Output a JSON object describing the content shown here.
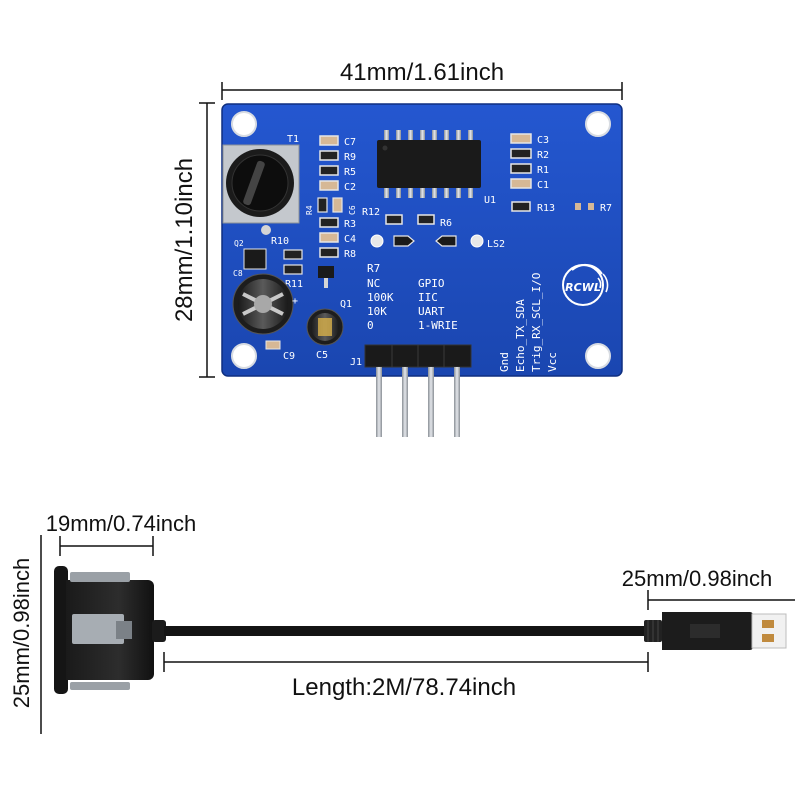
{
  "dimensions": {
    "board_width": "41mm/1.61inch",
    "board_height": "28mm/1.10inch",
    "probe_depth": "19mm/0.74inch",
    "probe_diameter": "25mm/0.98inch",
    "connector_length": "25mm/0.98inch",
    "cable_length": "Length:2M/78.74inch"
  },
  "pcb": {
    "logo": "RCWL",
    "transformer_label": "T1",
    "ic_label": "U1",
    "speaker_label": "LS2",
    "header_label": "J1",
    "components_left": [
      "C7",
      "R9",
      "R5",
      "C2"
    ],
    "components_mid": [
      "R3",
      "C4",
      "R8"
    ],
    "components_right": [
      "C3",
      "R2",
      "R1",
      "C1"
    ],
    "r13": "R13",
    "r7_right": "R7",
    "r12": "R12",
    "r6": "R6",
    "r4": "R4",
    "c6": "C6",
    "r10": "R10",
    "r11": "R11",
    "q2": "Q2",
    "q1": "Q1",
    "c8": "C8",
    "c9": "C9",
    "c5": "C5",
    "mode_table": {
      "col1_header": "R7",
      "col1": [
        "NC",
        "100K",
        "10K",
        "0"
      ],
      "col2_header": "GPIO",
      "col2": [
        "IIC",
        "UART",
        "1-WRIE"
      ]
    },
    "pins": [
      "Gnd",
      "Echo_TX_SDA",
      "Trig_RX_SCL_I/O",
      "Vcc"
    ]
  },
  "colors": {
    "pcb": "#1c4fc4",
    "pcb_dark": "#143c9a",
    "ink": "#111111",
    "metal": "#c9cdd2"
  }
}
